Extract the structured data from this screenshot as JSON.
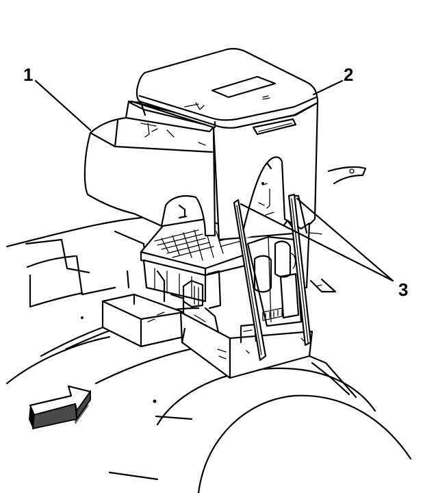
{
  "callouts": [
    {
      "id": "1",
      "label": "1"
    },
    {
      "id": "2",
      "label": "2"
    },
    {
      "id": "3",
      "label": "3"
    }
  ],
  "colors": {
    "line": "#000000",
    "background": "#ffffff",
    "arrow_shadow": "#6b6b6b"
  }
}
